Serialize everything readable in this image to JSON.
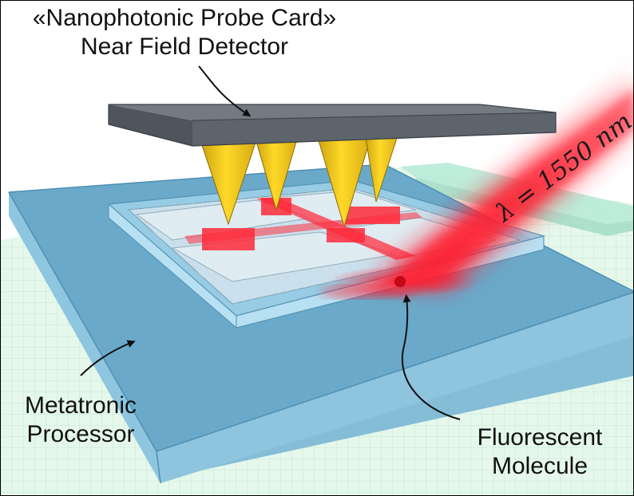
{
  "labels": {
    "probe_card_line1": "«Nanophotonic Probe Card»",
    "probe_card_line2": "Near Field Detector",
    "processor_line1": "Metatronic",
    "processor_line2": "Processor",
    "molecule_line1": "Fluorescent",
    "molecule_line2": "Molecule",
    "wavelength": "λ = 1550 nm"
  },
  "colors": {
    "grid_plane": "#e3f7e9",
    "grid_line": "#b9e3c6",
    "substrate_top": "#6aaed0",
    "substrate_front": "#86c0dc",
    "probe_card": "#5b6066",
    "probe_tip": "#f2cf1e",
    "laser": "#ff1c2e"
  }
}
